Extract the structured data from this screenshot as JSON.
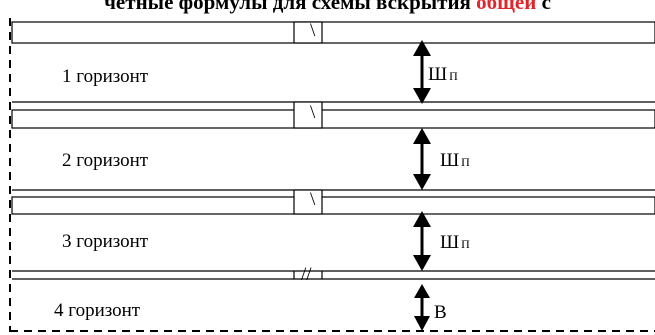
{
  "title": {
    "text": "четные формулы для схемы вскрытия ",
    "accent": "общей",
    "tail": " с"
  },
  "horizons": [
    {
      "label": "1 горизонт",
      "gap_main": "Ш",
      "gap_sub": "П",
      "marks": "\\"
    },
    {
      "label": "2 горизонт",
      "gap_main": "Ш",
      "gap_sub": "П",
      "marks": "\\"
    },
    {
      "label": "3 горизонт",
      "gap_main": "Ш",
      "gap_sub": "П",
      "marks": "\\"
    },
    {
      "label": "4 горизонт",
      "gap_main": "В",
      "gap_sub": "",
      "marks": "//"
    }
  ],
  "colors": {
    "lines": "#000000",
    "accent": "#e0262a"
  }
}
